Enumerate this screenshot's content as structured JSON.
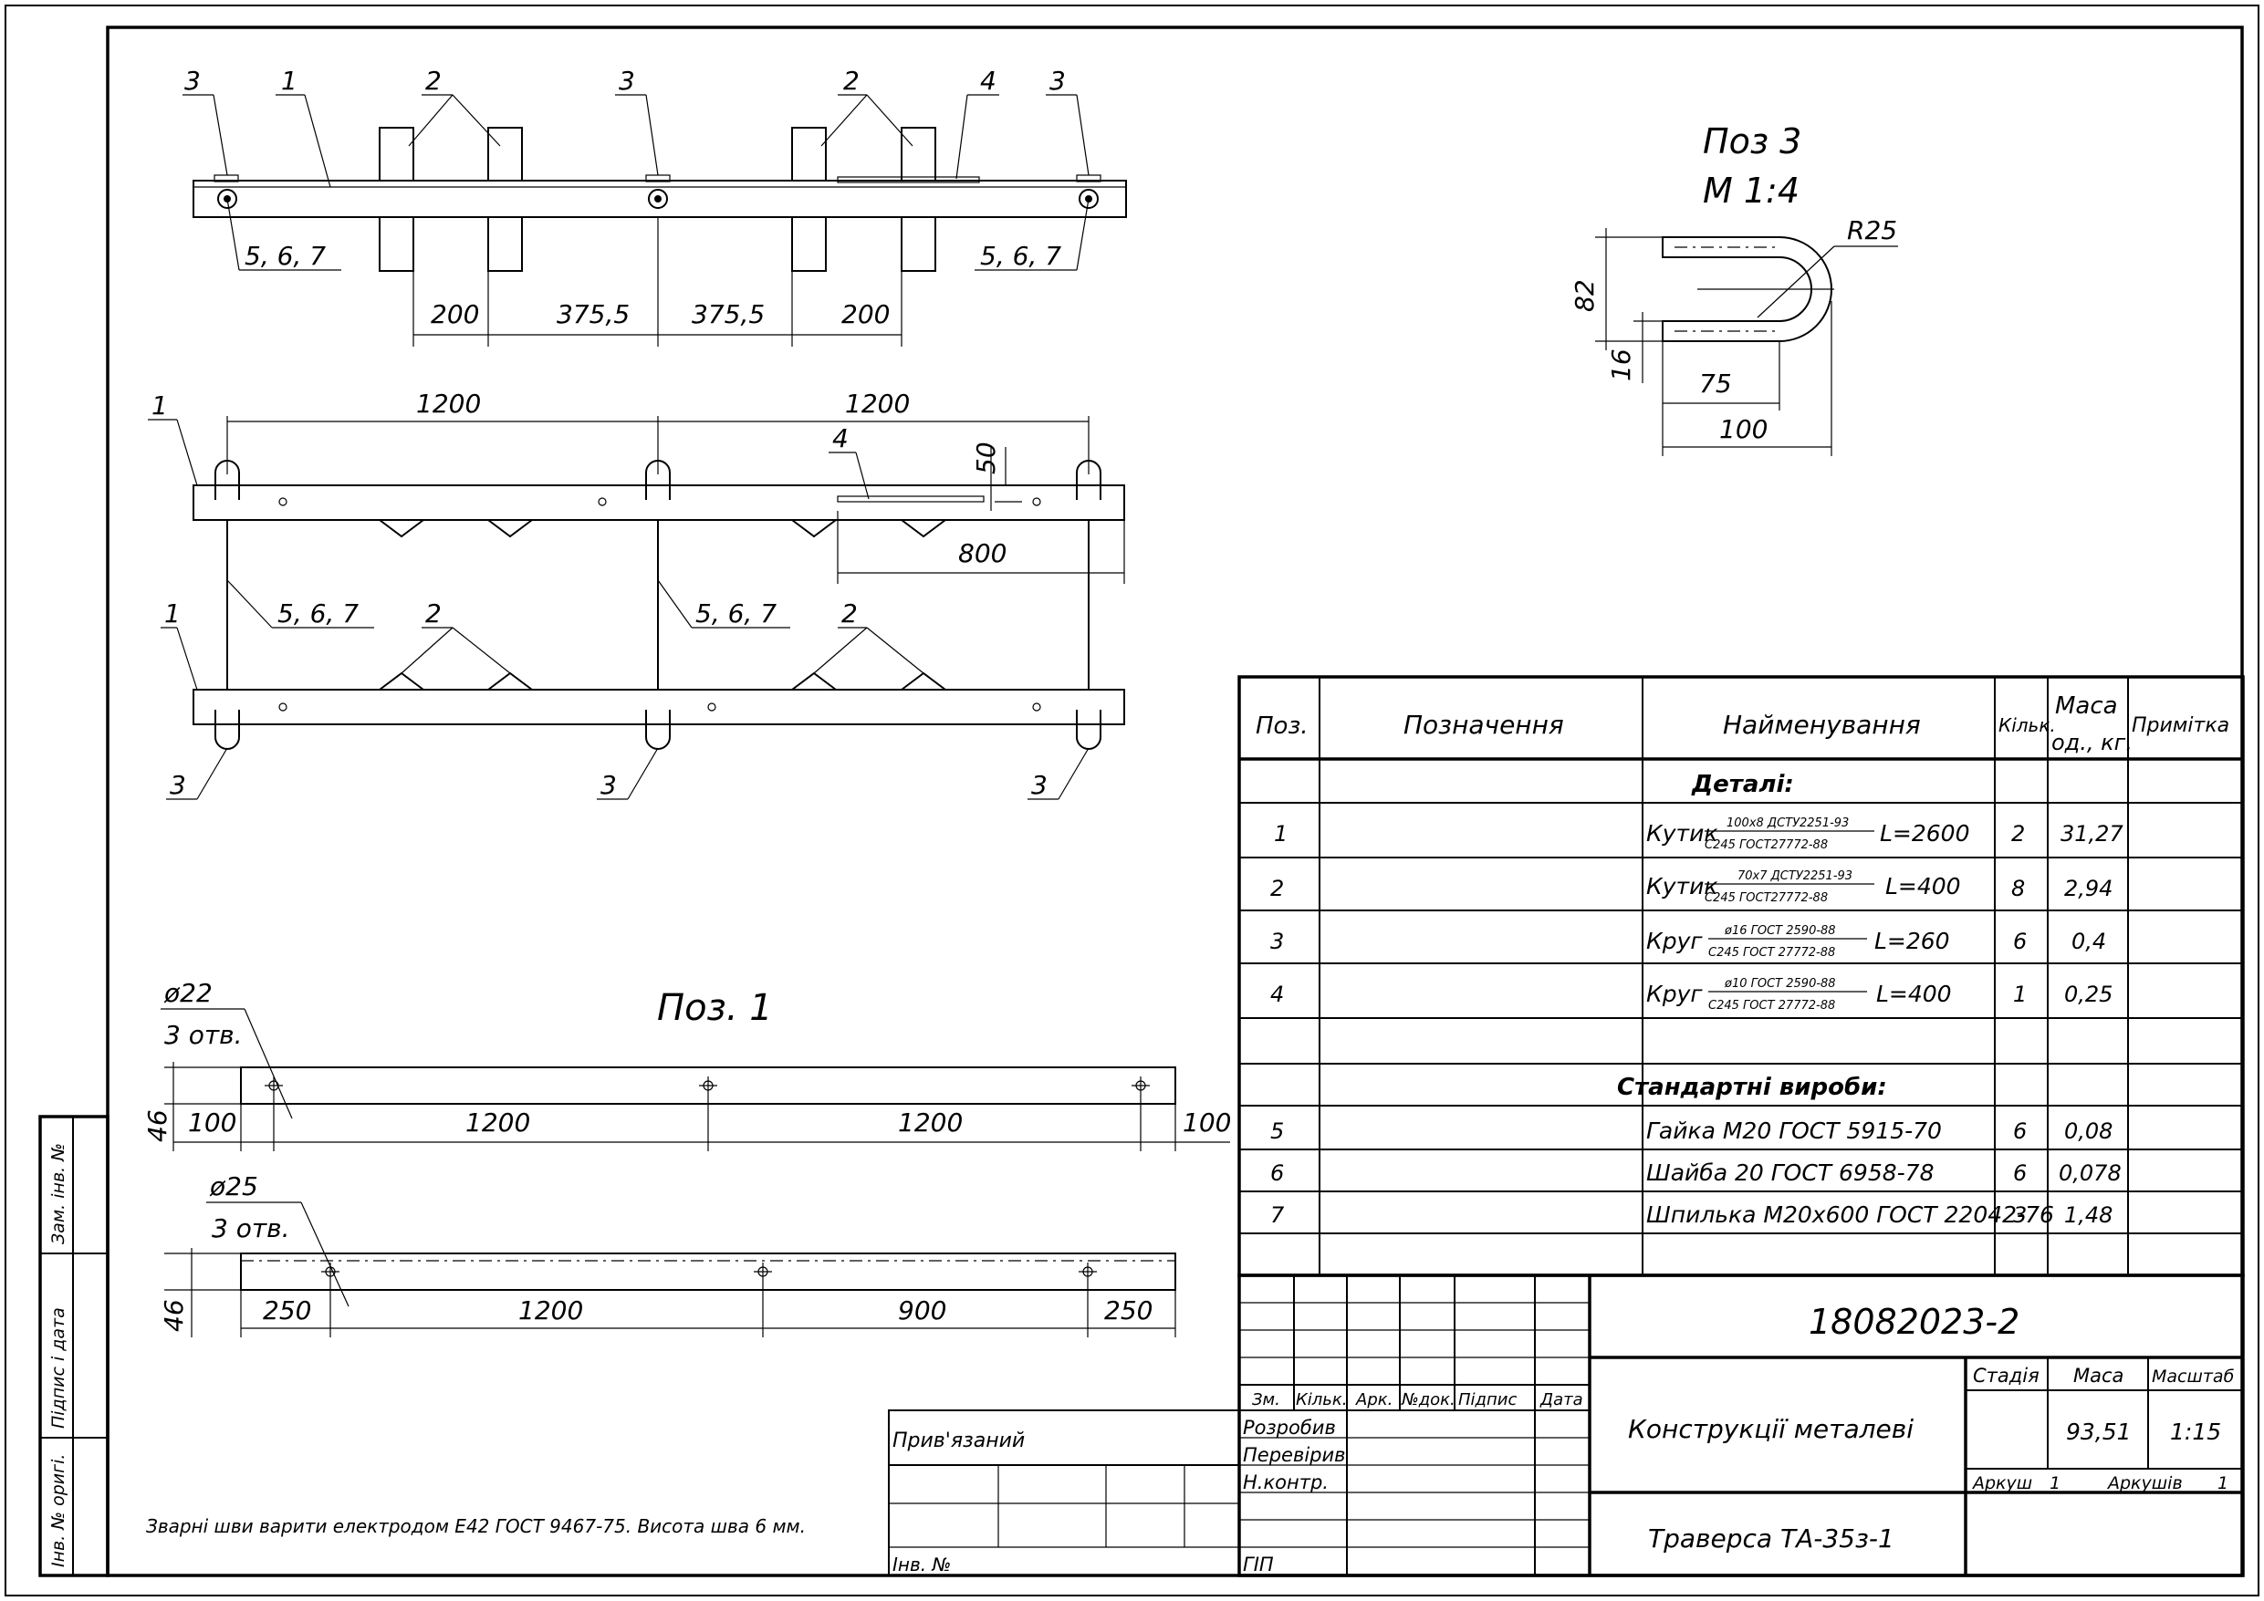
{
  "drawing": {
    "detail_view_title": "Поз 3",
    "detail_view_scale": "М 1:4",
    "pos1_view_title": "Поз. 1",
    "weld_note": "Зварні шви варити електродом Е42 ГОСТ 9467-75. Висота шва 6 мм."
  },
  "top_view": {
    "labels": [
      "3",
      "1",
      "2",
      "3",
      "2",
      "4",
      "3"
    ],
    "fastener_label": "5, 6, 7",
    "dims": [
      "200",
      "375,5",
      "375,5",
      "200"
    ]
  },
  "plan_view": {
    "dim_top": [
      "1200",
      "1200"
    ],
    "dim_50": "50",
    "dim_800": "800",
    "label_1": "1",
    "label_2": "2",
    "label_3": "3",
    "label_4": "4",
    "fastener_label": "5, 6, 7"
  },
  "pos3_detail": {
    "r": "R25",
    "h": "82",
    "d": "16",
    "w75": "75",
    "w100": "100"
  },
  "pos1_views": {
    "hole1_dia": "ø22",
    "hole1_count": "3 отв.",
    "hole2_dia": "ø25",
    "hole2_count": "3 отв.",
    "height": "46",
    "dims_a": [
      "100",
      "1200",
      "1200",
      "100"
    ],
    "dims_b": [
      "250",
      "1200",
      "900",
      "250"
    ]
  },
  "spec": {
    "headers": {
      "pos": "Поз.",
      "designation": "Позначення",
      "name": "Найменування",
      "qty": "Кільк.",
      "mass1": "Маса",
      "mass2": "од., кг.",
      "note": "Примітка"
    },
    "section_details": "Деталі:",
    "section_standard": "Стандартні вироби:",
    "details": [
      {
        "pos": "1",
        "prefix": "Кутик",
        "num": "100x8 ДСТУ2251-93",
        "den": "С245 ГОСТ27772-88",
        "len": "L=2600",
        "qty": "2",
        "mass": "31,27"
      },
      {
        "pos": "2",
        "prefix": "Кутик",
        "num": "70x7 ДСТУ2251-93",
        "den": "С245 ГОСТ27772-88",
        "len": "L=400",
        "qty": "8",
        "mass": "2,94"
      },
      {
        "pos": "3",
        "prefix": "Круг",
        "num": "ø16 ГОСТ 2590-88",
        "den": "С245 ГОСТ 27772-88",
        "len": "L=260",
        "qty": "6",
        "mass": "0,4"
      },
      {
        "pos": "4",
        "prefix": "Круг",
        "num": "ø10 ГОСТ 2590-88",
        "den": "С245 ГОСТ 27772-88",
        "len": "L=400",
        "qty": "1",
        "mass": "0,25"
      }
    ],
    "standard": [
      {
        "pos": "5",
        "name": "Гайка М20 ГОСТ 5915-70",
        "qty": "6",
        "mass": "0,08"
      },
      {
        "pos": "6",
        "name": "Шайба 20 ГОСТ 6958-78",
        "qty": "6",
        "mass": "0,078"
      },
      {
        "pos": "7",
        "name": "Шпилька М20х600 ГОСТ 22042-76",
        "qty": "3",
        "mass": "1,48"
      }
    ]
  },
  "title_block": {
    "doc_number": "18082023-2",
    "cols": [
      "Зм.",
      "Кільк.",
      "Арк.",
      "№док.",
      "Підпис",
      "Дата"
    ],
    "roles": [
      "Розробив",
      "Перевірив",
      "Н.контр.",
      "ГІП"
    ],
    "project": "Конструкції металеві",
    "stage_label": "Стадія",
    "mass_label": "Маса",
    "scale_label": "Масштаб",
    "mass_value": "93,51",
    "scale_value": "1:15",
    "sheet_label": "Аркуш",
    "sheet_value": "1",
    "sheets_label": "Аркушів",
    "sheets_value": "1",
    "drawing_title": "Траверса ТА-35з-1",
    "attached": "Прив'язаний",
    "inv": "Інв. №"
  },
  "side_strip": [
    "Інв. № оригі.",
    "Підпис і дата",
    "Зам. інв. №"
  ]
}
